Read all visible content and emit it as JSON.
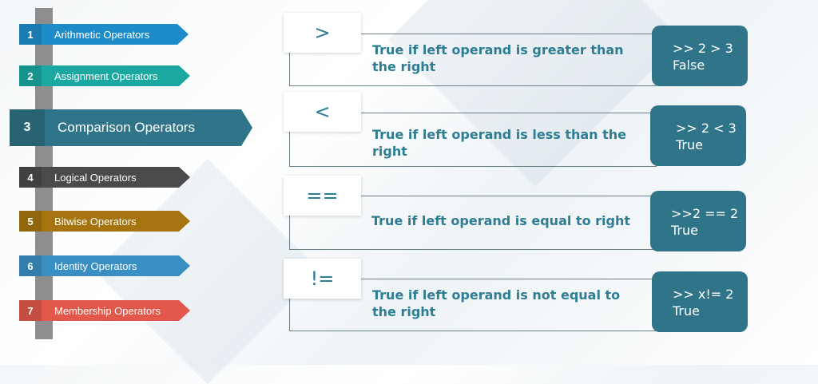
{
  "menu": [
    {
      "number": "1",
      "label": "Arithmetic Operators",
      "color": "#1e8cc9"
    },
    {
      "number": "2",
      "label": "Assignment Operators",
      "color": "#1aa8a0"
    },
    {
      "number": "3",
      "label": "Comparison Operators",
      "color": "#2f7488"
    },
    {
      "number": "4",
      "label": "Logical Operators",
      "color": "#4a4a4a"
    },
    {
      "number": "5",
      "label": "Bitwise Operators",
      "color": "#a6740e"
    },
    {
      "number": "6",
      "label": "Identity Operators",
      "color": "#3a8fc2"
    },
    {
      "number": "7",
      "label": "Membership Operators",
      "color": "#e2584b"
    }
  ],
  "rows": [
    {
      "operator": ">",
      "description": "True if left operand is greater than the right",
      "example_line1": ">> 2 > 3",
      "example_line2": "False"
    },
    {
      "operator": "<",
      "description": "True if left operand is less than the right",
      "example_line1": ">> 2 < 3",
      "example_line2": "True"
    },
    {
      "operator": "==",
      "description": "True if left operand is equal to right",
      "example_line1": ">>2 == 2",
      "example_line2": "True"
    },
    {
      "operator": "!=",
      "description": "True if left operand is not equal to the right",
      "example_line1": ">> x!= 2",
      "example_line2": "True"
    }
  ]
}
